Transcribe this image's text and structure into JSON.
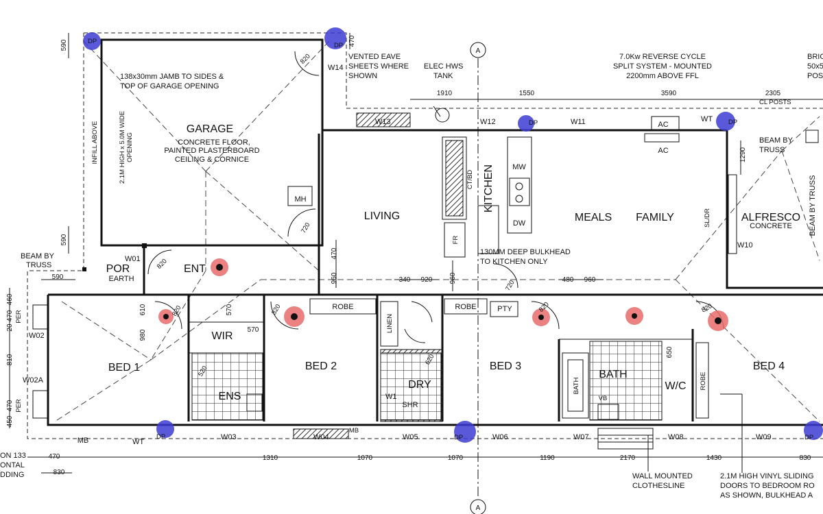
{
  "rooms": {
    "garage": "GARAGE",
    "garage_note1": "CONCRETE FLOOR,",
    "garage_note2": "PAINTED PLASTERBOARD",
    "garage_note3": "CEILING & CORNICE",
    "living": "LIVING",
    "kitchen": "KITCHEN",
    "meals": "MEALS",
    "family": "FAMILY",
    "alfresco": "ALFRESCO",
    "alfresco_note": "CONCRETE",
    "por": "POR",
    "por_note": "EARTH",
    "ent": "ENT",
    "wir": "WIR",
    "bed1": "BED 1",
    "bed2": "BED 2",
    "bed3": "BED 3",
    "bed4": "BED 4",
    "robe1": "ROBE",
    "robe2": "ROBE",
    "robe3": "ROBE",
    "pty": "PTY",
    "linen": "LINEN",
    "bath": "BATH",
    "bath_tub": "BATH",
    "wc": "W/C",
    "ens": "ENS",
    "dry": "DRY",
    "shr": "SHR",
    "mh": "MH",
    "mw": "MW",
    "dw": "DW",
    "fr": "FR",
    "ctbd": "CT/BD",
    "sldr": "SL/DR",
    "ac1": "AC",
    "ac2": "AC",
    "mb": "MB",
    "vb": "VB"
  },
  "notes": {
    "jamb1": "138x30mm JAMB TO SIDES &",
    "jamb2": "TOP OF GARAGE OPENING",
    "opening1": "2.1M HIGH x 5.0M WIDE",
    "opening2": "OPENING",
    "infill": "INFILL ABOVE",
    "vented1": "VENTED EAVE",
    "vented2": "SHEETS WHERE",
    "vented3": "SHOWN",
    "hws1": "ELEC HWS",
    "hws2": "TANK",
    "ac1": "7.0Kw REVERSE CYCLE",
    "ac2": "SPLIT SYSTEM - MOUNTED",
    "ac3": "2200mm ABOVE FFL",
    "bric1": "BRIC",
    "bric2": "50x5",
    "bric3": "POS",
    "cl_posts": "CL POSTS",
    "beam_truss_r1": "BEAM BY",
    "beam_truss_r2": "TRUSS",
    "beam_truss_l1": "BEAM BY",
    "beam_truss_l2": "TRUSS",
    "beam_vertical": "BEAM BY TRUSS",
    "bulkhead1": "130MM DEEP BULKHEAD",
    "bulkhead2": "TO KITCHEN ONLY",
    "clothes1": "WALL MOUNTED",
    "clothes2": "CLOTHESLINE",
    "sliding1": "2.1M HIGH VINYL SLIDING",
    "sliding2": "DOORS TO BEDROOM RO",
    "sliding3": "AS SHOWN, BULKHEAD A",
    "left1": "ON 133",
    "left2": "ONTAL",
    "left3": "DDING",
    "section_top": "A",
    "section_bottom": "A",
    "per1": "PER",
    "per2": "PER"
  },
  "windows": {
    "w14": "W14",
    "w13": "W13",
    "w12": "W12",
    "w11": "W11",
    "w10": "W10",
    "w01": "W01",
    "w02": "W02",
    "w02a": "W02A",
    "w03": "W03",
    "w04": "W04",
    "w05": "W05",
    "w06": "W06",
    "w07": "W07",
    "w08": "W08",
    "w09": "W09",
    "w1r": "W1",
    "wt": "WT",
    "wt2": "WT"
  },
  "downpipes": {
    "dp1": "DP",
    "dp2": "DP",
    "dp3": "DP",
    "dp4": "DP",
    "dp5": "DP",
    "dp6": "DP",
    "dp7": "DP"
  },
  "dims": {
    "d1910": "1910",
    "d1550": "1550",
    "d3590": "3590",
    "d2305": "2305",
    "d590a": "590",
    "d470top": "470",
    "d590b": "590",
    "d590c": "590",
    "d1290": "1290",
    "d470liv": "470",
    "d960a": "960",
    "d960b": "960",
    "d340": "340",
    "d920": "920",
    "d480": "480",
    "d960c": "960",
    "d610": "610",
    "d980": "980",
    "d570a": "570",
    "d570b": "570",
    "d650": "650",
    "d460": "460",
    "d470a": "470",
    "d20": "20",
    "d810": "810",
    "d470b": "470",
    "d450": "450",
    "d470bot": "470",
    "d830a": "830",
    "d1310": "1310",
    "d1070a": "1070",
    "d1070b": "1070",
    "d1190": "1190",
    "d2170": "2170",
    "d1430": "1430",
    "d830b": "830",
    "s820a": "820",
    "s820b": "820",
    "s820c": "820",
    "s820d": "820",
    "s820e": "820",
    "s820f": "820",
    "s720": "720",
    "s620": "620",
    "s520": "520",
    "s720b": "720"
  },
  "colors": {
    "downpipe_marker": "#3c3cd4",
    "smoke_marker": "#e76b6b",
    "line": "#111111"
  }
}
